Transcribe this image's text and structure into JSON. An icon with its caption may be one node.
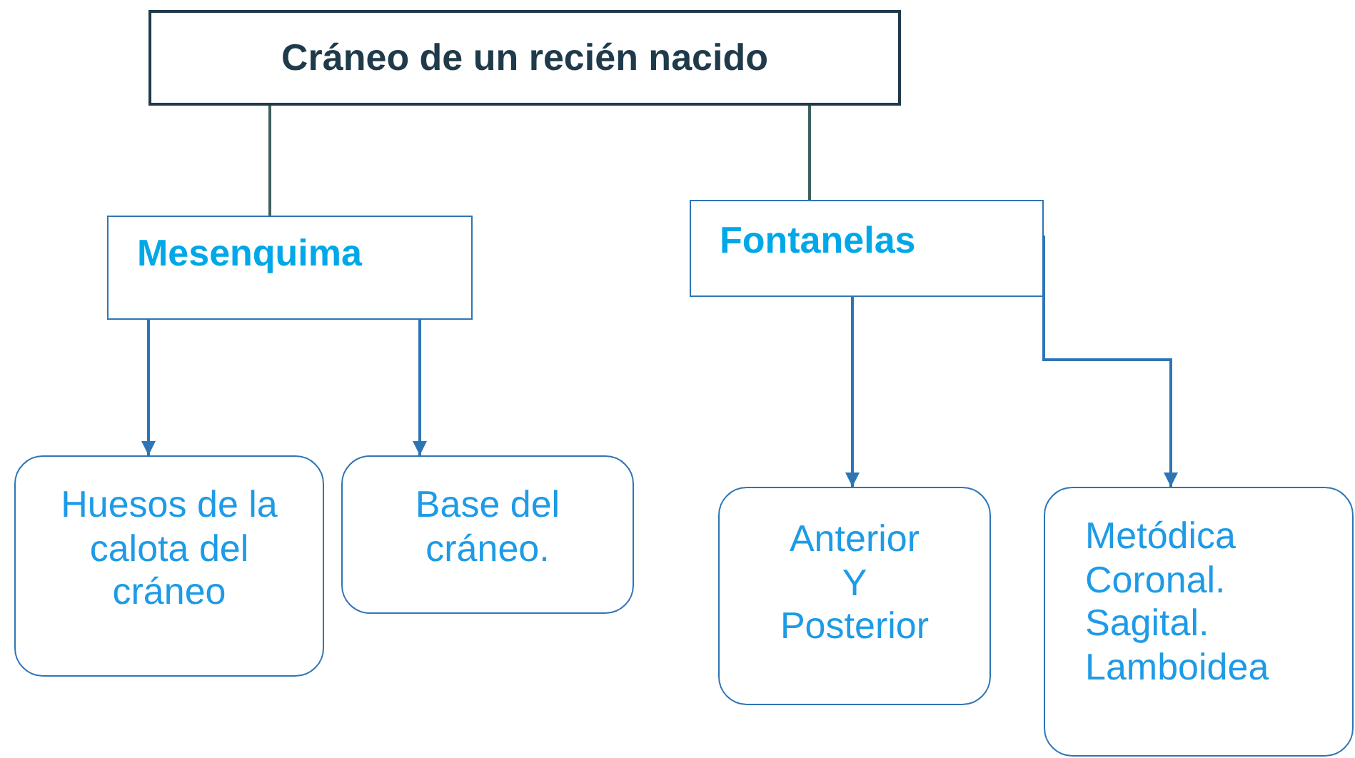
{
  "diagram": {
    "nodes": [
      {
        "text": [
          "Cráneo de un recién nacido"
        ]
      },
      {
        "text": [
          "Mesenquima"
        ]
      },
      {
        "text": [
          "Fontanelas"
        ]
      },
      {
        "text": [
          "Huesos de la calota del cráneo"
        ]
      },
      {
        "text": [
          "Base del cráneo."
        ]
      },
      {
        "text": [
          "Anterior Y Posterior"
        ]
      },
      {
        "text": [
          "Metódica Coronal. Sagital. Lamboidea"
        ]
      }
    ],
    "edges": [
      {
        "from": 0,
        "to": 1,
        "arrow": "none",
        "color": "#3f5f5f"
      },
      {
        "from": 0,
        "to": 2,
        "arrow": "none",
        "color": "#3f5f5f"
      },
      {
        "from": 1,
        "to": 3,
        "arrow": "to"
      },
      {
        "from": 1,
        "to": 4,
        "arrow": "to"
      },
      {
        "from": 2,
        "to": 5,
        "arrow": "to"
      },
      {
        "from": 2,
        "to": 6,
        "arrow": "to"
      }
    ]
  }
}
